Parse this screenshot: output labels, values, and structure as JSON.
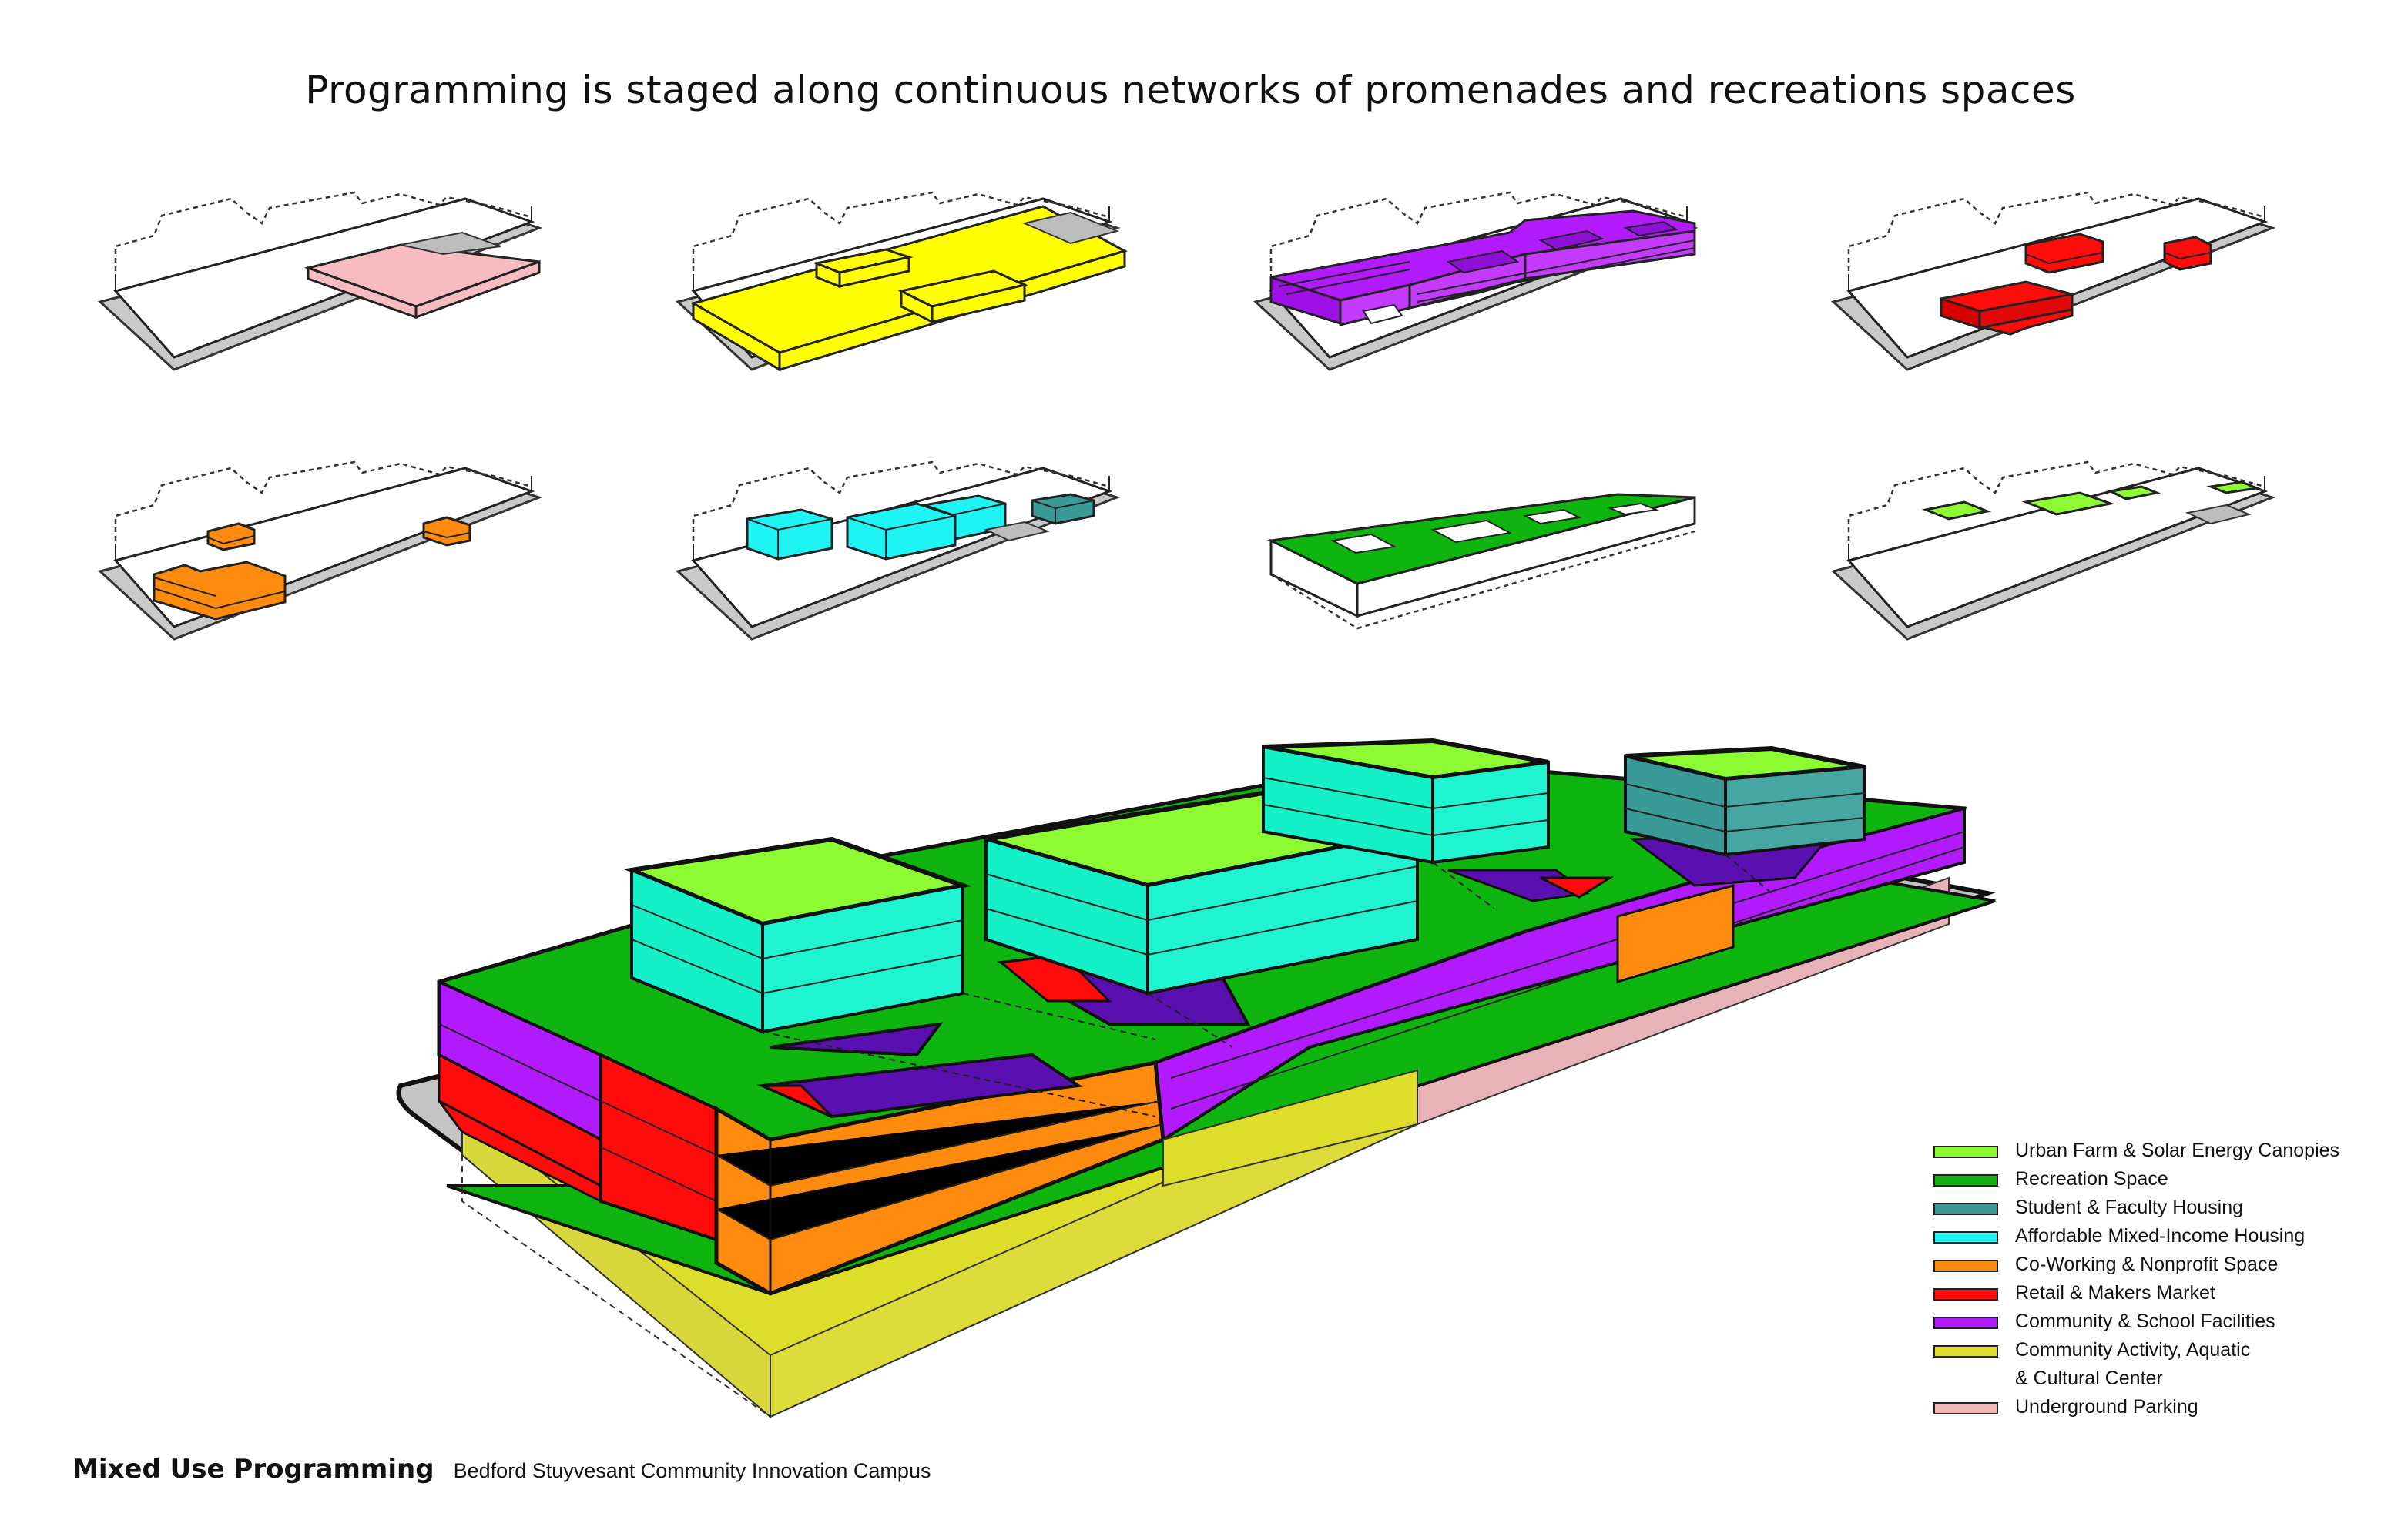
{
  "title": "Programming is staged along continuous networks of promenades and recreations spaces",
  "caption": {
    "main": "Mixed Use Programming",
    "sub": "Bedford Stuyvesant Community Innovation Campus"
  },
  "colors": {
    "urban_farm": "#8cfb32",
    "recreation": "#0fb50f",
    "student_housing": "#3a9a98",
    "affordable_housing": "#1ef4f4",
    "coworking": "#ff8b0e",
    "retail": "#ff0b0b",
    "community_school": "#b21aff",
    "community_activity": "#dede2a",
    "parking": "#f2b9b9",
    "parking_muted": "#e8b3b7",
    "cutout": "#5a0fb0",
    "site_gray": "#c8c8c8",
    "lobby_yellow": "#ffff00",
    "pink_top": "#f6bcc0"
  },
  "legend": [
    {
      "label": "Urban Farm & Solar Energy Canopies",
      "color": "#8cfb32"
    },
    {
      "label": "Recreation Space",
      "color": "#12b212"
    },
    {
      "label": "Student & Faculty Housing",
      "color": "#3a9a98"
    },
    {
      "label": "Affordable Mixed-Income Housing",
      "color": "#1ef4f4"
    },
    {
      "label": "Co-Working & Nonprofit Space",
      "color": "#ff8b0e"
    },
    {
      "label": "Retail & Makers Market",
      "color": "#ff0b0b"
    },
    {
      "label": "Community & School Facilities",
      "color": "#b21aff"
    },
    {
      "label": "Community Activity, Aquatic",
      "label2": "& Cultural Center",
      "color": "#dede2a"
    },
    {
      "label": "Underground Parking",
      "color": "#f2b9b9"
    }
  ]
}
